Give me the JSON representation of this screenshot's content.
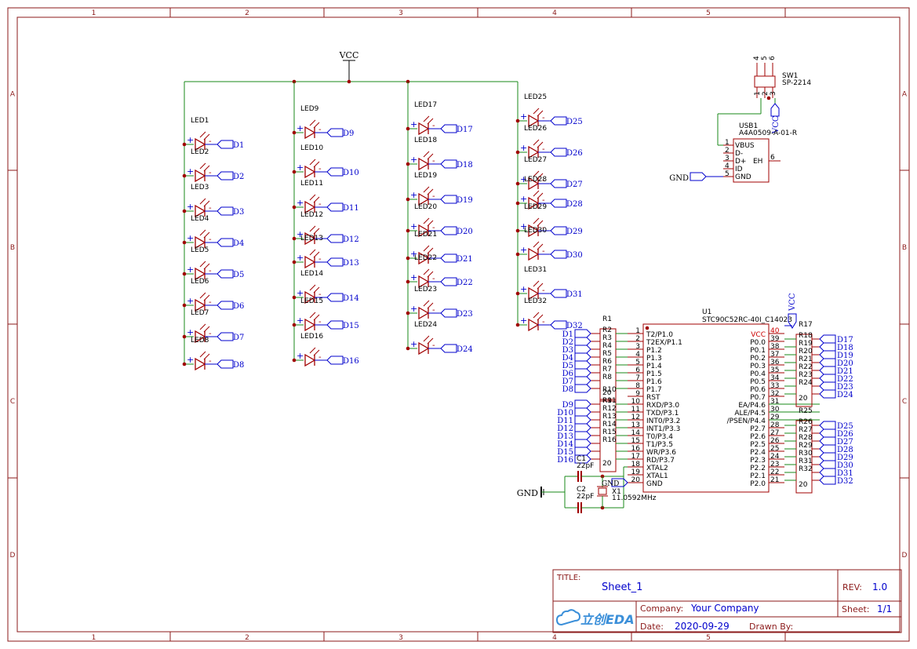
{
  "frame": {
    "columns": [
      "1",
      "2",
      "3",
      "4",
      "5"
    ],
    "rows": [
      "A",
      "B",
      "C",
      "D"
    ],
    "border_color": "#8b1a1a"
  },
  "power": {
    "vcc_label": "VCC",
    "gnd_label": "GND"
  },
  "colors": {
    "wire": "#1a8a1a",
    "label": "#0000cc",
    "part": "#a00000",
    "pin_num": "#cc0000"
  },
  "led_columns": [
    {
      "refs": [
        "LED1",
        "LED2",
        "LED3",
        "LED4",
        "LED5",
        "LED6",
        "LED7",
        "LED8"
      ],
      "nets": [
        "D1",
        "D2",
        "D3",
        "D4",
        "D5",
        "D6",
        "D7",
        "D8"
      ]
    },
    {
      "refs": [
        "LED9",
        "LED10",
        "LED11",
        "LED12",
        "LED13",
        "LED14",
        "LED15",
        "LED16"
      ],
      "nets": [
        "D9",
        "D10",
        "D11",
        "D12",
        "D13",
        "D14",
        "D15",
        "D16"
      ]
    },
    {
      "refs": [
        "LED17",
        "LED18",
        "LED19",
        "LED20",
        "LED21",
        "LED22",
        "LED23",
        "LED24"
      ],
      "nets": [
        "D17",
        "D18",
        "D19",
        "D20",
        "D21",
        "D22",
        "D23",
        "D24"
      ]
    },
    {
      "refs": [
        "LED25",
        "LED26",
        "LED27",
        "LED28",
        "LED29",
        "LED30",
        "LED31",
        "LED32"
      ],
      "nets": [
        "D25",
        "D26",
        "D27",
        "D28",
        "D29",
        "D30",
        "D31",
        "D32"
      ]
    }
  ],
  "switch": {
    "ref": "SW1",
    "part": "SP-2214",
    "pins_top": [
      "4",
      "5",
      "6"
    ],
    "pins_bottom": [
      "1",
      "2",
      "3"
    ],
    "net": "VCC"
  },
  "usb": {
    "ref": "USB1",
    "part": "A4A0509-A-01-R",
    "pins": [
      {
        "num": "1",
        "name": "VBUS"
      },
      {
        "num": "2",
        "name": "D-"
      },
      {
        "num": "3",
        "name": "D+"
      },
      {
        "num": "4",
        "name": "ID"
      },
      {
        "num": "5",
        "name": "GND"
      }
    ],
    "eh_pin": {
      "num": "6",
      "name": "EH"
    }
  },
  "mcu": {
    "ref": "U1",
    "part": "STC90C52RC-40I_C14023",
    "left_pins": [
      {
        "num": "1",
        "name": "T2/P1.0"
      },
      {
        "num": "2",
        "name": "T2EX/P1.1"
      },
      {
        "num": "3",
        "name": "P1.2"
      },
      {
        "num": "4",
        "name": "P1.3"
      },
      {
        "num": "5",
        "name": "P1.4"
      },
      {
        "num": "6",
        "name": "P1.5"
      },
      {
        "num": "7",
        "name": "P1.6"
      },
      {
        "num": "8",
        "name": "P1.7"
      },
      {
        "num": "9",
        "name": "RST"
      },
      {
        "num": "10",
        "name": "RXD/P3.0"
      },
      {
        "num": "11",
        "name": "TXD/P3.1"
      },
      {
        "num": "12",
        "name": "INT0/P3.2"
      },
      {
        "num": "13",
        "name": "INT1/P3.3"
      },
      {
        "num": "14",
        "name": "T0/P3.4"
      },
      {
        "num": "15",
        "name": "T1/P3.5"
      },
      {
        "num": "16",
        "name": "WR/P3.6"
      },
      {
        "num": "17",
        "name": "RD/P3.7"
      },
      {
        "num": "18",
        "name": "XTAL2"
      },
      {
        "num": "19",
        "name": "XTAL1"
      },
      {
        "num": "20",
        "name": "GND"
      }
    ],
    "right_pins": [
      {
        "num": "40",
        "name": "VCC"
      },
      {
        "num": "39",
        "name": "P0.0"
      },
      {
        "num": "38",
        "name": "P0.1"
      },
      {
        "num": "37",
        "name": "P0.2"
      },
      {
        "num": "36",
        "name": "P0.3"
      },
      {
        "num": "35",
        "name": "P0.4"
      },
      {
        "num": "34",
        "name": "P0.5"
      },
      {
        "num": "33",
        "name": "P0.6"
      },
      {
        "num": "32",
        "name": "P0.7"
      },
      {
        "num": "31",
        "name": "EA/P4.6"
      },
      {
        "num": "30",
        "name": "ALE/P4.5"
      },
      {
        "num": "29",
        "name": "/PSEN/P4.4"
      },
      {
        "num": "28",
        "name": "P2.7"
      },
      {
        "num": "27",
        "name": "P2.6"
      },
      {
        "num": "26",
        "name": "P2.5"
      },
      {
        "num": "25",
        "name": "P2.4"
      },
      {
        "num": "24",
        "name": "P2.3"
      },
      {
        "num": "23",
        "name": "P2.2"
      },
      {
        "num": "22",
        "name": "P2.1"
      },
      {
        "num": "21",
        "name": "P2.0"
      }
    ]
  },
  "resistor_arrays": [
    {
      "refs": [
        "R1",
        "R2",
        "R3",
        "R4",
        "R5",
        "R6",
        "R7",
        "R8"
      ],
      "last_pin": "20",
      "after_ref": "R9",
      "nets": [
        "D1",
        "D2",
        "D3",
        "D4",
        "D5",
        "D6",
        "D7",
        "D8"
      ]
    },
    {
      "refs": [
        "R10",
        "R11",
        "R12",
        "R13",
        "R14",
        "R15",
        "R16"
      ],
      "last_pin": "20",
      "after_ref": "",
      "nets": [
        "D9",
        "D10",
        "D11",
        "D12",
        "D13",
        "D14",
        "D15",
        "D16"
      ]
    },
    {
      "refs": [
        "R17",
        "R18",
        "R19",
        "R20",
        "R21",
        "R22",
        "R23",
        "R24"
      ],
      "last_pin": "20",
      "after_ref": "",
      "nets": [
        "D17",
        "D18",
        "D19",
        "D20",
        "D21",
        "D22",
        "D23",
        "D24"
      ]
    },
    {
      "refs": [
        "R25",
        "R26",
        "R27",
        "R28",
        "R29",
        "R30",
        "R31",
        "R32"
      ],
      "last_pin": "20",
      "after_ref": "",
      "nets": [
        "D25",
        "D26",
        "D27",
        "D28",
        "D29",
        "D30",
        "D31",
        "D32"
      ]
    }
  ],
  "oscillator": {
    "c1": {
      "ref": "C1",
      "value": "22pF"
    },
    "c2": {
      "ref": "C2",
      "value": "22pF"
    },
    "x1": {
      "ref": "X1",
      "value": "11.0592MHz"
    }
  },
  "title_block": {
    "title_label": "TITLE:",
    "title": "Sheet_1",
    "rev_label": "REV:",
    "rev": "1.0",
    "company_label": "Company:",
    "company": "Your Company",
    "sheet_label": "Sheet:",
    "sheet": "1/1",
    "date_label": "Date:",
    "date": "2020-09-29",
    "drawn_label": "Drawn By:",
    "drawn": "",
    "logo_text": "立创EDA"
  }
}
